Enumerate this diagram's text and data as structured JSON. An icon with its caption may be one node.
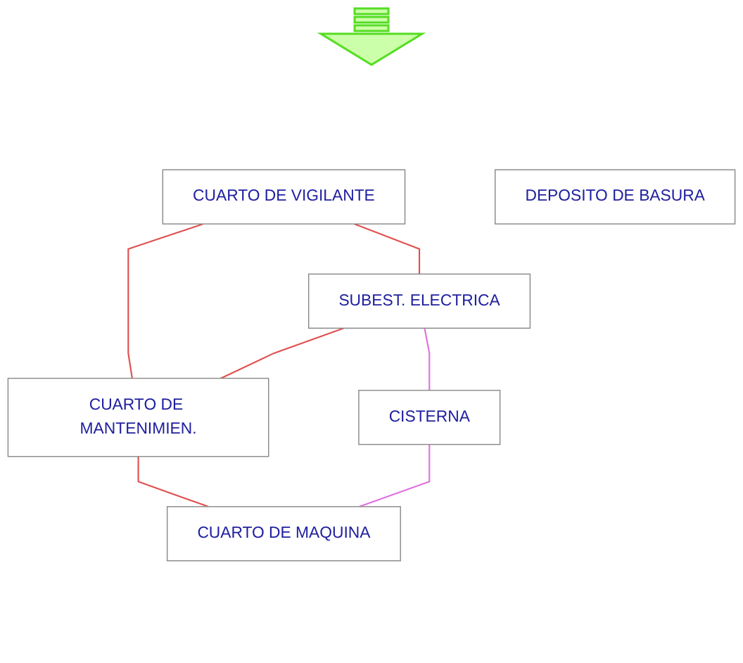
{
  "diagram": {
    "nodes": [
      {
        "text": [
          "CUARTO DE VIGILANTE"
        ]
      },
      {
        "text": [
          "SUBEST. ELECTRICA"
        ]
      },
      {
        "text": [
          "CUARTO DE MANTENIMIEN."
        ]
      },
      {
        "text": [
          "CISTERNA"
        ]
      },
      {
        "text": [
          "CUARTO DE MAQUINA"
        ]
      },
      {
        "text": [
          "DEPOSITO DE BASURA"
        ]
      }
    ],
    "edges": [
      {
        "from": 0,
        "to": 1,
        "arrow": "none"
      },
      {
        "from": 0,
        "to": 2,
        "arrow": "none"
      },
      {
        "from": 1,
        "to": 2,
        "arrow": "none"
      },
      {
        "from": 1,
        "to": 3,
        "arrow": "none",
        "color": "#e070e0"
      },
      {
        "from": 2,
        "to": 4,
        "arrow": "none"
      },
      {
        "from": 3,
        "to": 4,
        "arrow": "none",
        "color": "#e070e0"
      }
    ]
  }
}
